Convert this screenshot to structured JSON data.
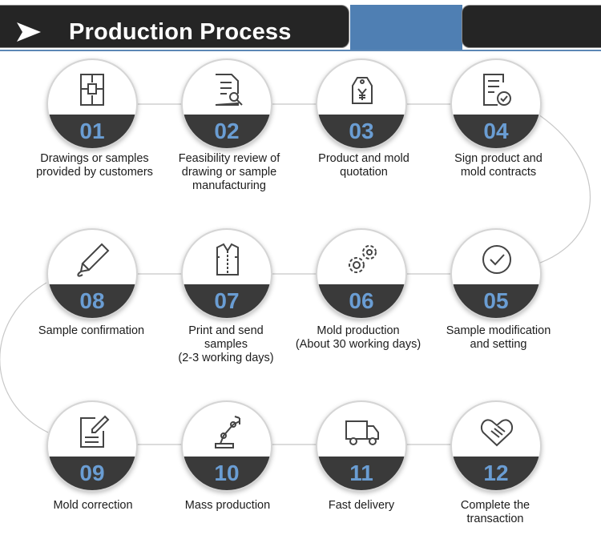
{
  "header": {
    "title": "Production Process"
  },
  "steps": [
    {
      "number": "01",
      "icon": "blueprint-icon",
      "lines": [
        "Drawings or samples",
        "provided by customers"
      ]
    },
    {
      "number": "02",
      "icon": "document-review-icon",
      "lines": [
        "Feasibility review of",
        "drawing or sample",
        "manufacturing"
      ]
    },
    {
      "number": "03",
      "icon": "price-tag-icon",
      "lines": [
        "Product and mold",
        "quotation"
      ]
    },
    {
      "number": "04",
      "icon": "signed-contract-icon",
      "lines": [
        "Sign product and",
        "mold contracts"
      ]
    },
    {
      "number": "05",
      "icon": "checkmark-circle-icon",
      "lines": [
        "Sample modification",
        "and setting"
      ]
    },
    {
      "number": "06",
      "icon": "gears-icon",
      "lines": [
        "Mold production",
        "(About 30 working days)"
      ]
    },
    {
      "number": "07",
      "icon": "garment-sample-icon",
      "lines": [
        "Print and send",
        "samples",
        "(2-3 working days)"
      ]
    },
    {
      "number": "08",
      "icon": "pen-icon",
      "lines": [
        "Sample confirmation"
      ]
    },
    {
      "number": "09",
      "icon": "edit-document-icon",
      "lines": [
        "Mold correction"
      ]
    },
    {
      "number": "10",
      "icon": "robot-arm-icon",
      "lines": [
        "Mass production"
      ]
    },
    {
      "number": "11",
      "icon": "delivery-truck-icon",
      "lines": [
        "Fast delivery"
      ]
    },
    {
      "number": "12",
      "icon": "handshake-icon",
      "lines": [
        "Complete the",
        "transaction"
      ]
    }
  ],
  "colors": {
    "number": "#6a9dd3",
    "band": "#3a3a3a",
    "header": "#252525",
    "accent": "#4f7fb3"
  }
}
